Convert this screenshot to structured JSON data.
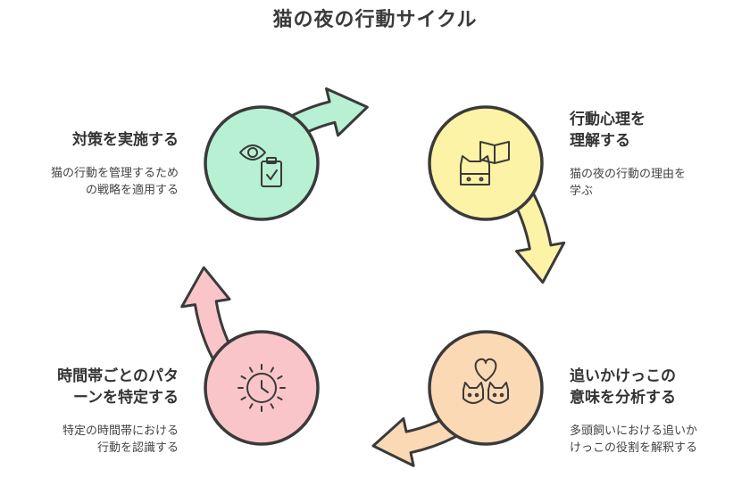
{
  "title": "猫の夜の行動サイクル",
  "colors": {
    "green": "#b7f0d2",
    "yellow": "#fdf3a6",
    "orange": "#fcd9b5",
    "pink": "#f9c5c9",
    "stroke": "#3a3a3a"
  },
  "steps": [
    {
      "id": "implement",
      "head_lines": [
        "対策を実施する"
      ],
      "desc_lines": [
        "猫の行動を管理するため",
        "の戦略を適用する"
      ],
      "icon": "eye-clipboard-icon",
      "color": "green"
    },
    {
      "id": "understand",
      "head_lines": [
        "行動心理を",
        "理解する"
      ],
      "desc_lines": [
        "猫の夜の行動の理由を",
        "学ぶ"
      ],
      "icon": "book-cat-icon",
      "color": "yellow"
    },
    {
      "id": "analyze",
      "head_lines": [
        "追いかけっこの",
        "意味を分析する"
      ],
      "desc_lines": [
        "多頭飼いにおける追いか",
        "けっこの役割を解釈する"
      ],
      "icon": "heart-cats-icon",
      "color": "orange"
    },
    {
      "id": "pattern",
      "head_lines": [
        "時間帯ごとのパタ",
        "ーンを特定する"
      ],
      "desc_lines": [
        "特定の時間帯における",
        "行動を認識する"
      ],
      "icon": "clock-icon",
      "color": "pink"
    }
  ]
}
